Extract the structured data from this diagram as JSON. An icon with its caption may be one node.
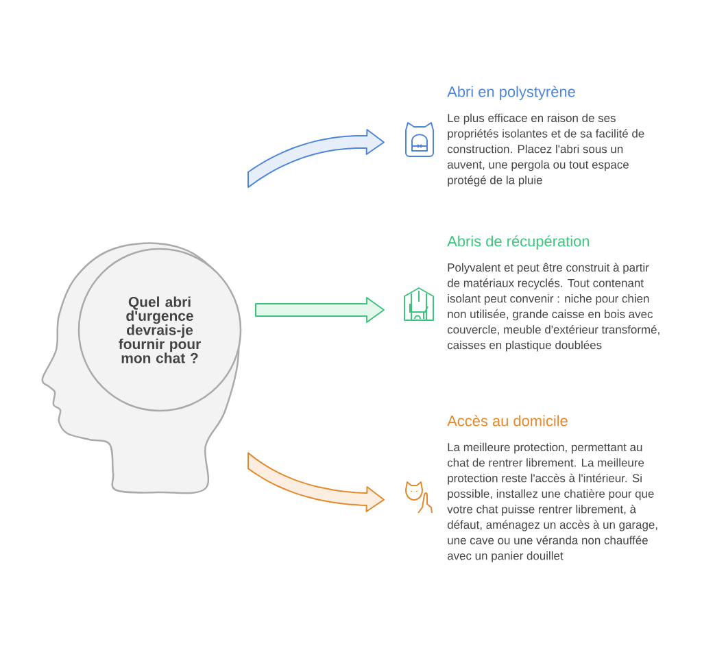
{
  "diagram": {
    "nodes": [
      {
        "text": [
          "Quel abri d'urgence devrais-je fournir pour mon chat ?"
        ]
      },
      {
        "text": [
          "Abri en polystyrène",
          "Le plus efficace en raison de ses propriétés isolantes et de sa facilité de construction. Placez l'abri sous un auvent, une pergola ou tout espace protégé de la pluie"
        ]
      },
      {
        "text": [
          "Abris de récupération",
          "Polyvalent et peut être construit à partir de matériaux recyclés. Tout contenant isolant peut convenir : niche pour chien non utilisée, grande caisse en bois avec couvercle, meuble d'extérieur transformé, caisses en plastique doublées"
        ]
      },
      {
        "text": [
          "Accès au domicile",
          "La meilleure protection, permettant au chat de rentrer librement. La meilleure protection reste l'accès à l'intérieur. Si possible, installez une chatière pour que votre chat puisse rentrer librement, à défaut, aménagez un accès à un garage, une cave ou une véranda non chauffée avec un panier douillet"
        ]
      }
    ],
    "edges": [
      {
        "from": 0,
        "to": 1,
        "arrow": "to",
        "color": "#4f86d9"
      },
      {
        "from": 0,
        "to": 2,
        "arrow": "to",
        "color": "#3cc47c"
      },
      {
        "from": 0,
        "to": 3,
        "arrow": "to",
        "color": "#e2892c"
      }
    ]
  }
}
